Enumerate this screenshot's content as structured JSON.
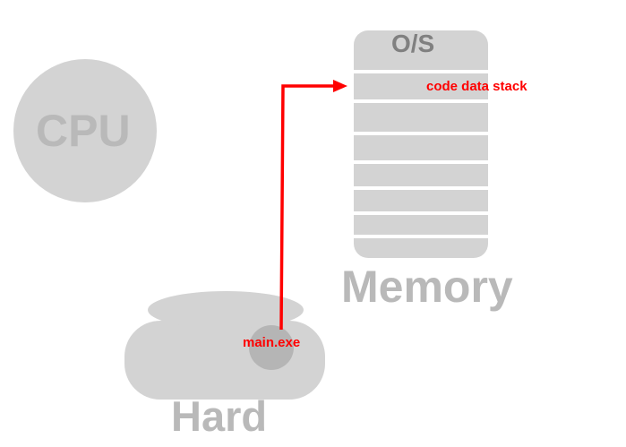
{
  "diagram": {
    "cpu_label": "CPU",
    "memory": {
      "os_label": "O/S",
      "label": "Memory",
      "segment_label": "code data stack"
    },
    "disk": {
      "label": "Hard",
      "file_label": "main.exe"
    },
    "colors": {
      "component_fill": "#d3d3d3",
      "component_text": "#b9b9b9",
      "memory_line": "#ffffff",
      "disk_file": "#b5b5b5",
      "arrow": "#ff0000"
    }
  }
}
